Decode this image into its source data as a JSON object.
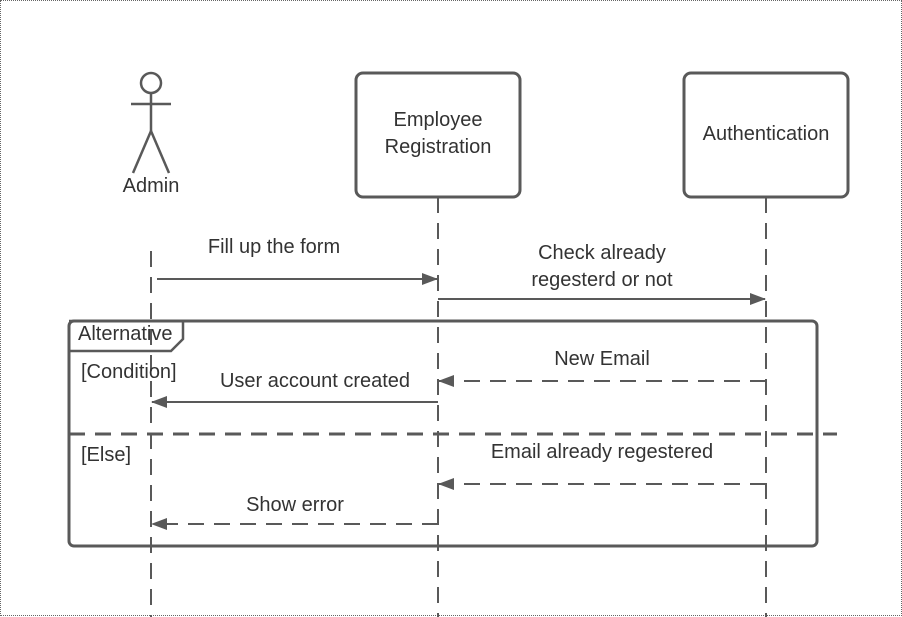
{
  "participants": {
    "admin": {
      "label": "Admin"
    },
    "employee_registration": {
      "label_line1": "Employee",
      "label_line2": "Registration"
    },
    "authentication": {
      "label": "Authentication"
    }
  },
  "messages": {
    "fill_form": "Fill up the form",
    "check_line1": "Check already",
    "check_line2": "regesterd or not",
    "new_email": "New Email",
    "account_created": "User account created",
    "email_registered": "Email already regestered",
    "show_error": "Show error"
  },
  "fragment": {
    "operator": "Alternative",
    "condition": "[Condition]",
    "else_guard": "[Else]"
  },
  "colors": {
    "stroke": "#595959",
    "text": "#333333"
  }
}
